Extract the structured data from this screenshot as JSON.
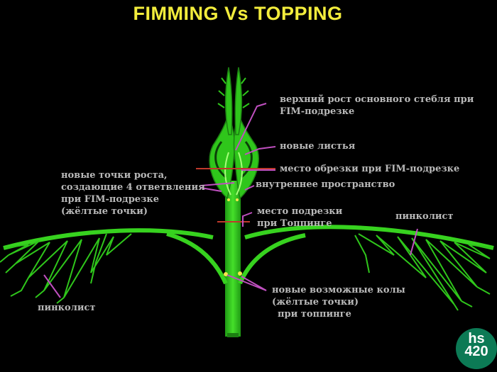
{
  "title": "FIMMING Vs TOPPING",
  "labels": {
    "top_growth_1": "верхний рост основного стебля при",
    "top_growth_2": "FIM-подрезке",
    "new_leaves": "новые листья",
    "fim_cut": "место обрезки при FIM-подрезке",
    "inner_space": "внутреннее пространство",
    "growth_points_1": "новые точки роста,",
    "growth_points_2": "создающие 4 ответвления",
    "growth_points_3": "при FIM-подрезке",
    "growth_points_4": "(жёлтые точки)",
    "topping_cut_1": "место подрезки",
    "topping_cut_2": "при Топпинге",
    "fan_leaf_right": "пинколист",
    "fan_leaf_left": "пинколист",
    "new_colas_1": "новые возможные колы",
    "new_colas_2": "(жёлтые точки)",
    "new_colas_3": "при топпинге"
  },
  "logo": {
    "line1": "hs",
    "line2": "420"
  },
  "colors": {
    "background": "#000000",
    "title": "#f2ec3c",
    "plant": "#2fc61b",
    "plant_dark": "#1c7f12",
    "leader_lines": "#c050c0",
    "cut_lines": "#c0392b",
    "yellow_points": "#f6e84a",
    "label_text": "#b9b9b9",
    "logo_bg": "#0c7a55"
  }
}
